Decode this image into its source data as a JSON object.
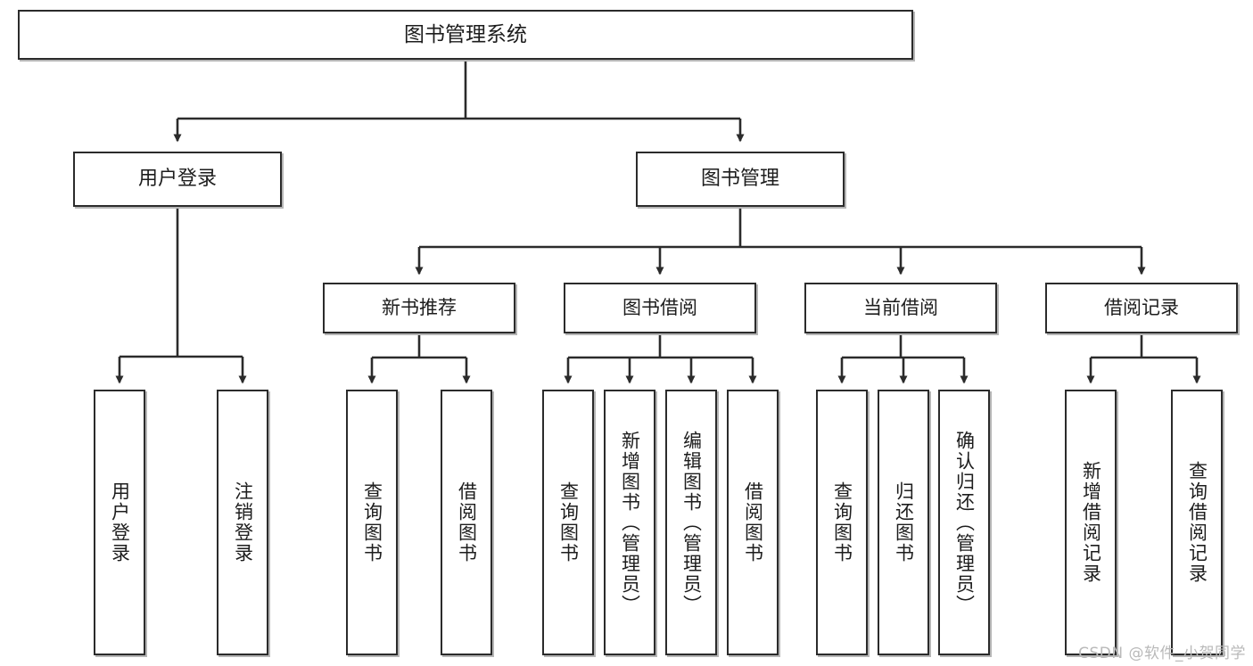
{
  "diagram": {
    "title": "图书管理系统",
    "type": "tree-hierarchy-chart",
    "root": {
      "id": "root",
      "label": "图书管理系统"
    },
    "branches": [
      {
        "id": "user-login",
        "label": "用户登录"
      },
      {
        "id": "book-manage",
        "label": "图书管理"
      }
    ],
    "groups": [
      {
        "id": "new-book-recommend",
        "label": "新书推荐"
      },
      {
        "id": "book-borrow",
        "label": "图书借阅"
      },
      {
        "id": "current-borrow",
        "label": "当前借阅"
      },
      {
        "id": "borrow-record",
        "label": "借阅记录"
      }
    ],
    "leaves": [
      {
        "id": "leaf-user-login",
        "label": "用户登录",
        "parent": "user-login"
      },
      {
        "id": "leaf-user-logout",
        "label": "注销登录",
        "parent": "user-login"
      },
      {
        "id": "leaf-query-book-1",
        "label": "查询图书",
        "parent": "new-book-recommend"
      },
      {
        "id": "leaf-borrow-book-1",
        "label": "借阅图书",
        "parent": "new-book-recommend"
      },
      {
        "id": "leaf-query-book-2",
        "label": "查询图书",
        "parent": "book-borrow"
      },
      {
        "id": "leaf-add-book",
        "label": "新增图书（管理员）",
        "parent": "book-borrow"
      },
      {
        "id": "leaf-edit-book",
        "label": "编辑图书（管理员）",
        "parent": "book-borrow"
      },
      {
        "id": "leaf-borrow-book-2",
        "label": "借阅图书",
        "parent": "book-borrow"
      },
      {
        "id": "leaf-query-book-3",
        "label": "查询图书",
        "parent": "current-borrow"
      },
      {
        "id": "leaf-return-book",
        "label": "归还图书",
        "parent": "current-borrow"
      },
      {
        "id": "leaf-confirm-return",
        "label": "确认归还（管理员）",
        "parent": "current-borrow"
      },
      {
        "id": "leaf-add-record",
        "label": "新增借阅记录",
        "parent": "borrow-record"
      },
      {
        "id": "leaf-query-record",
        "label": "查询借阅记录",
        "parent": "borrow-record"
      }
    ],
    "colors": {
      "stroke": "#2b2b2b",
      "fill": "#ffffff",
      "text": "#1d1d1d",
      "watermark": "#b9b9b9"
    }
  },
  "watermark": {
    "text": "CSDN @软件_小贺同学"
  }
}
